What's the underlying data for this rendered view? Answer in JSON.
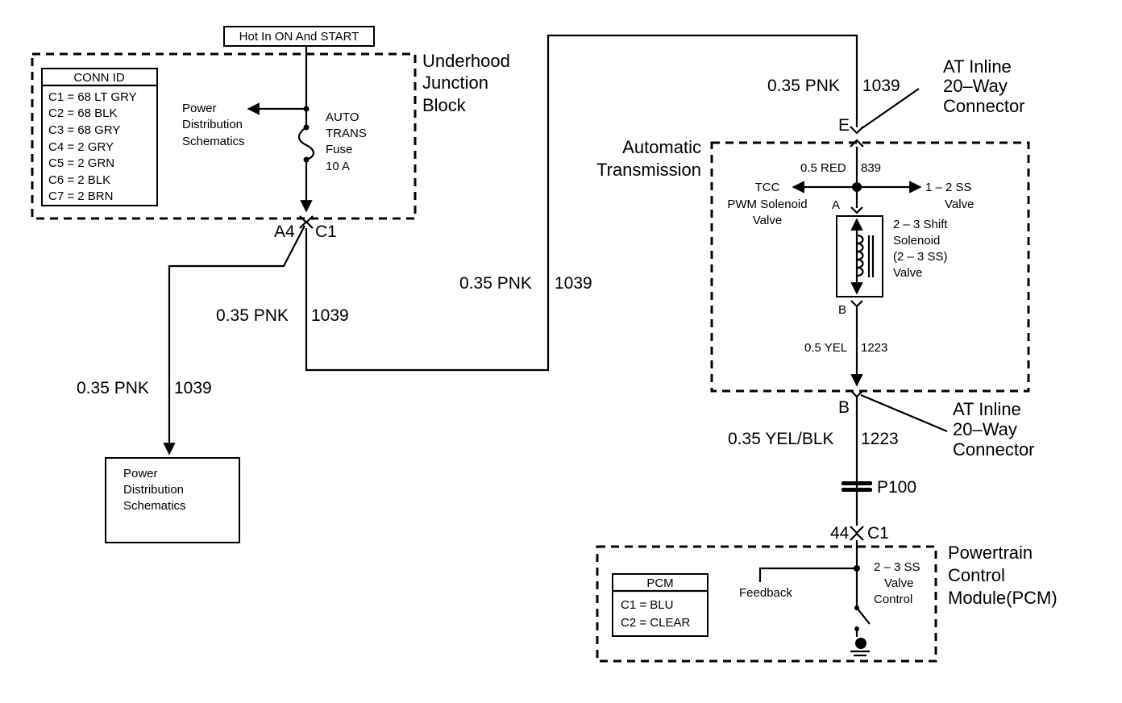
{
  "hot_label": "Hot In ON And START",
  "underhood": {
    "title": [
      "Underhood",
      "Junction",
      "Block"
    ],
    "conn_title": "CONN ID",
    "conn_rows": [
      "C1 = 68 LT GRY",
      "C2 = 68 BLK",
      "C3 = 68 GRY",
      "C4 = 2 GRY",
      "C5 = 2 GRN",
      "C6 = 2 BLK",
      "C7 = 2 BRN"
    ],
    "power_dist": [
      "Power",
      "Distribution",
      "Schematics"
    ],
    "fuse": [
      "AUTO",
      "TRANS",
      "Fuse",
      "10 A"
    ],
    "pin": "A4",
    "conn": "C1"
  },
  "wires": {
    "w1_left": "0.35 PNK",
    "w1_right": "1039",
    "w2_left": "0.35 PNK",
    "w2_right": "1039",
    "w3_left": "0.35 PNK",
    "w3_right": "1039",
    "w4_left": "0.35 PNK",
    "w4_right": "1039",
    "w5_left": "0.35 YEL/BLK",
    "w5_right": "1223"
  },
  "power_box": [
    "Power",
    "Distribution",
    "Schematics"
  ],
  "inline_top": {
    "lines": [
      "AT Inline",
      "20–Way",
      "Connector"
    ],
    "pin": "E"
  },
  "inline_bottom": {
    "lines": [
      "AT Inline",
      "20–Way",
      "Connector"
    ],
    "pin": "B"
  },
  "transmission": {
    "title": [
      "Automatic",
      "Transmission"
    ],
    "wire_top_left": "0.5 RED",
    "wire_top_right": "839",
    "tcc": [
      "TCC",
      "PWM Solenoid",
      "Valve"
    ],
    "ss12": [
      "1 – 2 SS",
      "Valve"
    ],
    "pin_a": "A",
    "pin_b": "B",
    "solenoid": [
      "2 – 3 Shift",
      "Solenoid",
      "(2 – 3 SS)",
      "Valve"
    ],
    "wire_bot_left": "0.5 YEL",
    "wire_bot_right": "1223"
  },
  "splice": "P100",
  "pcm_pin": "44",
  "pcm_conn": "C1",
  "pcm": {
    "title": [
      "Powertrain",
      "Control",
      "Module(PCM)"
    ],
    "table_title": "PCM",
    "table_rows": [
      "C1 = BLU",
      "C2 = CLEAR"
    ],
    "feedback": "Feedback",
    "ss23": [
      "2 – 3 SS",
      "Valve",
      "Control"
    ]
  }
}
